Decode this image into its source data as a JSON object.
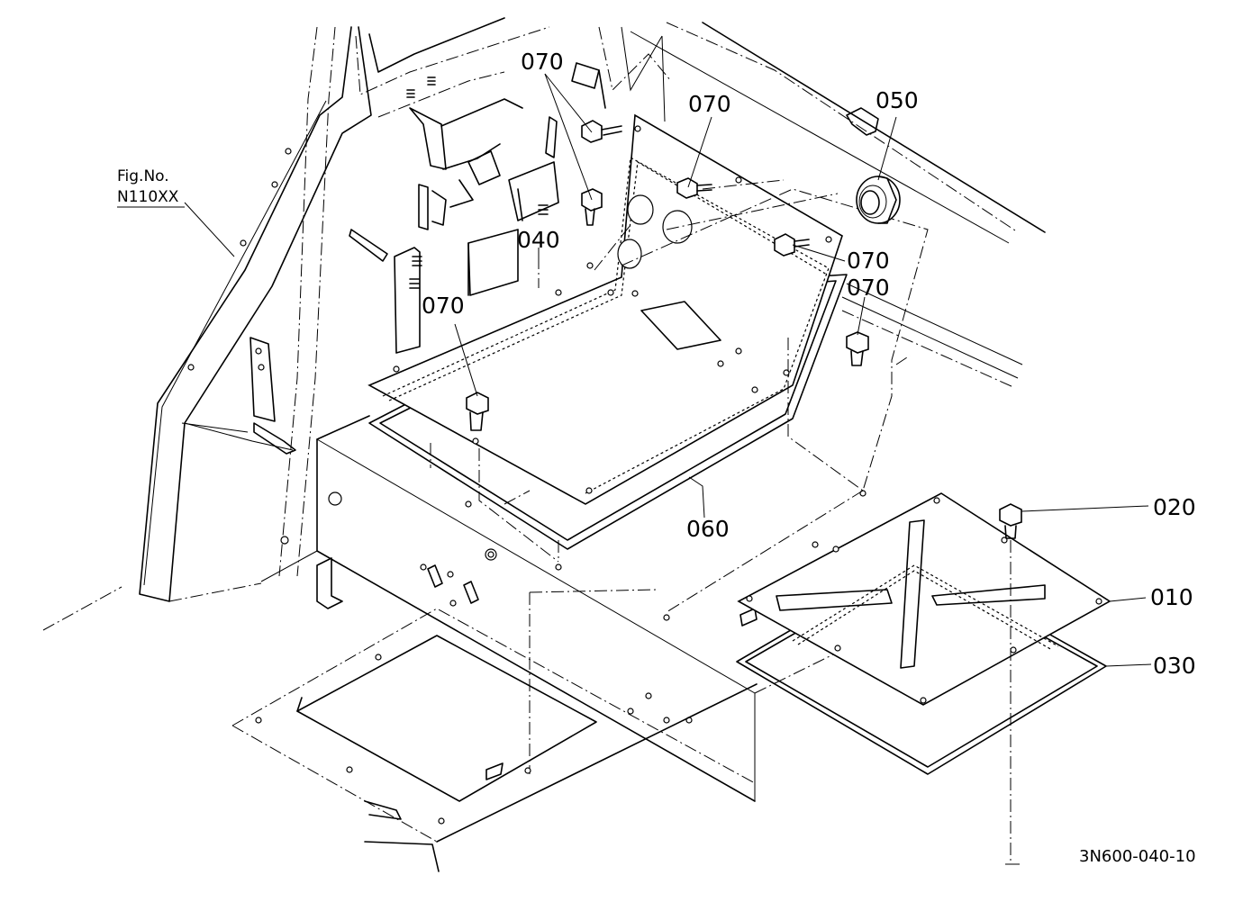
{
  "figure_ref": {
    "line1": "Fig.No.",
    "line2": "N110XX"
  },
  "callouts": [
    {
      "id": "c070a",
      "text": "070"
    },
    {
      "id": "c070b",
      "text": "070"
    },
    {
      "id": "c050",
      "text": "050"
    },
    {
      "id": "c040",
      "text": "040"
    },
    {
      "id": "c070c",
      "text": "070"
    },
    {
      "id": "c070d",
      "text": "070"
    },
    {
      "id": "c070e",
      "text": "070"
    },
    {
      "id": "c020",
      "text": "020"
    },
    {
      "id": "c060",
      "text": "060"
    },
    {
      "id": "c010",
      "text": "010"
    },
    {
      "id": "c030",
      "text": "030"
    }
  ],
  "drawing_number": "3N600-040-10"
}
